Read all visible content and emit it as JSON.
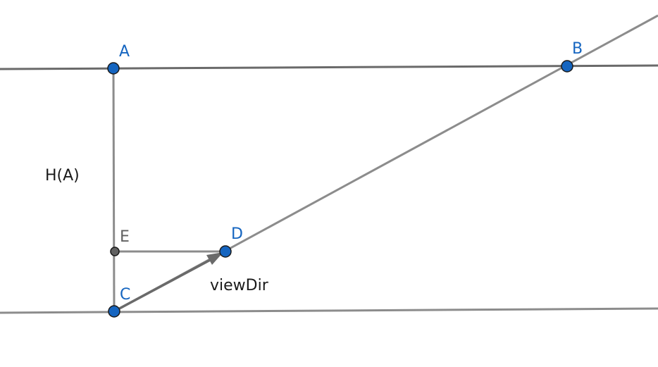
{
  "colors": {
    "line": "#6a6a6a",
    "line_light": "#8c8c8c",
    "point_blue": "#1565c0",
    "point_gray": "#616161",
    "label_blue": "#1565c0",
    "label_gray": "#616161",
    "text": "#1a1a1a"
  },
  "points": {
    "A": {
      "label": "A"
    },
    "B": {
      "label": "B"
    },
    "C": {
      "label": "C"
    },
    "D": {
      "label": "D"
    },
    "E": {
      "label": "E"
    }
  },
  "labels": {
    "height": "H(A)",
    "vector": "viewDir"
  }
}
